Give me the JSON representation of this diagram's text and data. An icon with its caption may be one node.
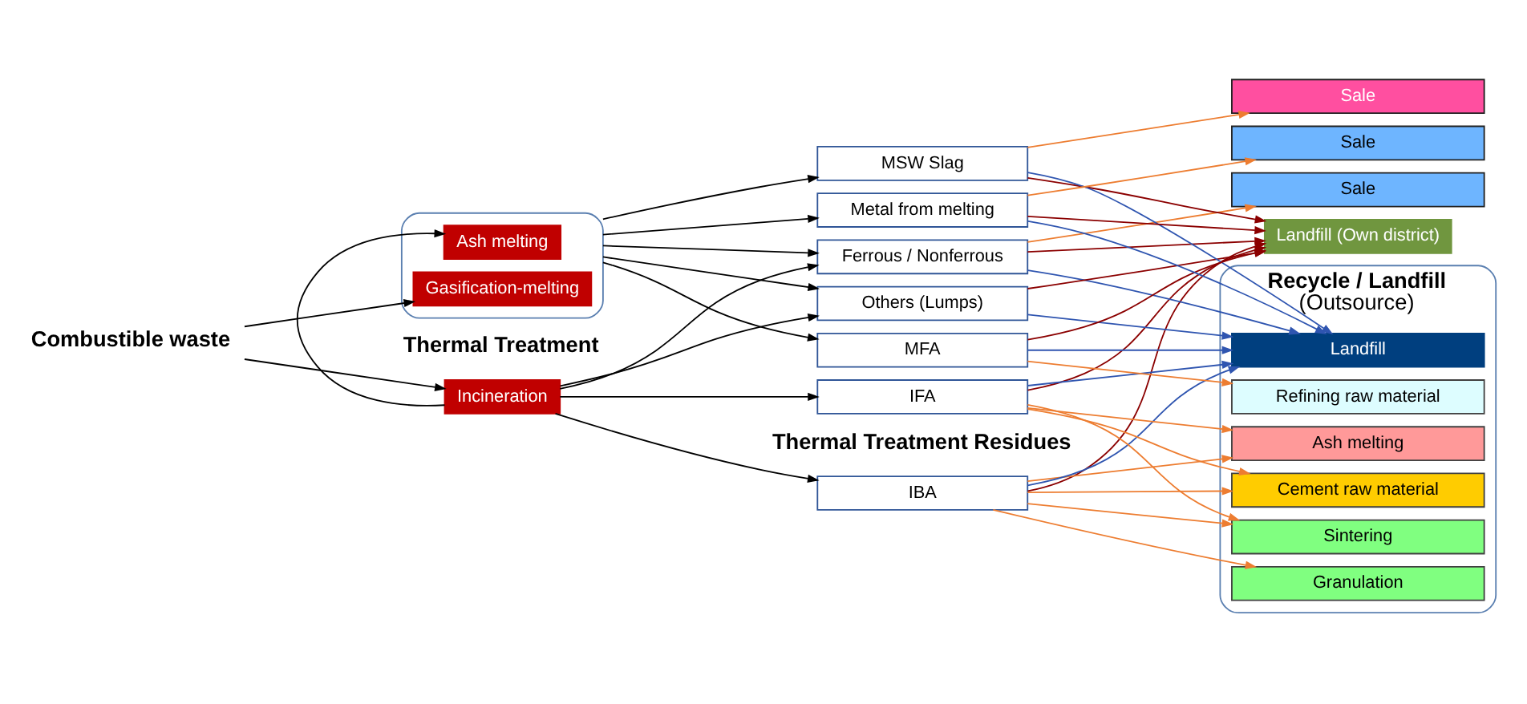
{
  "diagram": {
    "nodes": [
      {
        "text": [
          "Combustible waste"
        ]
      },
      {
        "text": [
          "Incineration"
        ]
      },
      {
        "text": [],
        "shape": "box"
      },
      {
        "text": [
          "Ash melting"
        ],
        "in": 2
      },
      {
        "text": [
          "Gasification-melting"
        ],
        "in": 2
      },
      {
        "text": [
          "IBA"
        ]
      },
      {
        "text": [
          "IFA"
        ]
      },
      {
        "text": [
          "Ferrous / Nonferrous"
        ]
      },
      {
        "text": [
          "Others (Lumps)"
        ]
      },
      {
        "text": [
          "MSW Slag"
        ]
      },
      {
        "text": [
          "MFA"
        ]
      },
      {
        "text": [
          "Metal from melting"
        ]
      },
      {
        "text": [
          "Landfill (Own district)"
        ]
      },
      {
        "text": [
          "Recycle / Landfill",
          "(Outsource)"
        ]
      },
      {
        "text": [
          "Ash melting"
        ],
        "in": 13
      },
      {
        "text": [
          "Cement raw material"
        ],
        "in": 13
      },
      {
        "text": [
          "Sintering"
        ],
        "in": 13
      },
      {
        "text": [
          "Granulation"
        ],
        "in": 13
      },
      {
        "text": [
          "Landfill"
        ],
        "in": 13
      },
      {
        "text": [
          "Refining raw material"
        ],
        "in": 13
      },
      {
        "text": [
          "Sale"
        ]
      },
      {
        "text": [
          "Sale"
        ]
      },
      {
        "text": [
          "Sale"
        ]
      }
    ],
    "edges": [
      {
        "from": 0,
        "to": 1,
        "arrow": "to"
      },
      {
        "from": 0,
        "to": 4,
        "arrow": "to"
      },
      {
        "from": 1,
        "to": 3,
        "arrow": "to"
      },
      {
        "from": 1,
        "to": 5,
        "arrow": "to"
      },
      {
        "from": 1,
        "to": 6,
        "arrow": "to"
      },
      {
        "from": 1,
        "to": 7,
        "arrow": "to"
      },
      {
        "from": 1,
        "to": 8,
        "arrow": "to"
      },
      {
        "from": 2,
        "to": 7,
        "arrow": "to"
      },
      {
        "from": 2,
        "to": 8,
        "arrow": "to"
      },
      {
        "from": 2,
        "to": 9,
        "arrow": "to"
      },
      {
        "from": 2,
        "to": 10,
        "arrow": "to"
      },
      {
        "from": 2,
        "to": 11,
        "arrow": "to"
      },
      {
        "from": 5,
        "to": 12,
        "arrow": "to",
        "color": "#8b0000"
      },
      {
        "from": 6,
        "to": 12,
        "arrow": "to",
        "color": "#8b0000"
      },
      {
        "from": 7,
        "to": 12,
        "arrow": "to",
        "color": "#8b0000"
      },
      {
        "from": 8,
        "to": 12,
        "arrow": "to",
        "color": "#8b0000"
      },
      {
        "from": 9,
        "to": 12,
        "arrow": "to",
        "color": "#8b0000"
      },
      {
        "from": 10,
        "to": 12,
        "arrow": "to",
        "color": "#8b0000"
      },
      {
        "from": 11,
        "to": 12,
        "arrow": "to",
        "color": "#8b0000"
      },
      {
        "from": 5,
        "to": 14,
        "arrow": "to",
        "color": "#ed7d31"
      },
      {
        "from": 5,
        "to": 15,
        "arrow": "to",
        "color": "#ed7d31"
      },
      {
        "from": 5,
        "to": 16,
        "arrow": "to",
        "color": "#ed7d31"
      },
      {
        "from": 5,
        "to": 17,
        "arrow": "to",
        "color": "#ed7d31"
      },
      {
        "from": 6,
        "to": 14,
        "arrow": "to",
        "color": "#ed7d31"
      },
      {
        "from": 6,
        "to": 15,
        "arrow": "to",
        "color": "#ed7d31"
      },
      {
        "from": 6,
        "to": 16,
        "arrow": "to",
        "color": "#ed7d31"
      },
      {
        "from": 5,
        "to": 18,
        "arrow": "to",
        "color": "#2f55b0"
      },
      {
        "from": 6,
        "to": 18,
        "arrow": "to",
        "color": "#2f55b0"
      },
      {
        "from": 7,
        "to": 18,
        "arrow": "to",
        "color": "#2f55b0"
      },
      {
        "from": 8,
        "to": 18,
        "arrow": "to",
        "color": "#2f55b0"
      },
      {
        "from": 9,
        "to": 18,
        "arrow": "to",
        "color": "#2f55b0"
      },
      {
        "from": 10,
        "to": 18,
        "arrow": "to",
        "color": "#2f55b0"
      },
      {
        "from": 11,
        "to": 18,
        "arrow": "to",
        "color": "#2f55b0"
      },
      {
        "from": 10,
        "to": 19,
        "arrow": "to",
        "color": "#ed7d31"
      },
      {
        "from": 7,
        "to": 20,
        "arrow": "to",
        "color": "#ed7d31"
      },
      {
        "from": 9,
        "to": 21,
        "arrow": "to",
        "color": "#ed7d31"
      },
      {
        "from": 11,
        "to": 22,
        "arrow": "to",
        "color": "#ed7d31"
      }
    ],
    "labels": [
      "Thermal Treatment",
      "Thermal Treatment Residues"
    ]
  }
}
